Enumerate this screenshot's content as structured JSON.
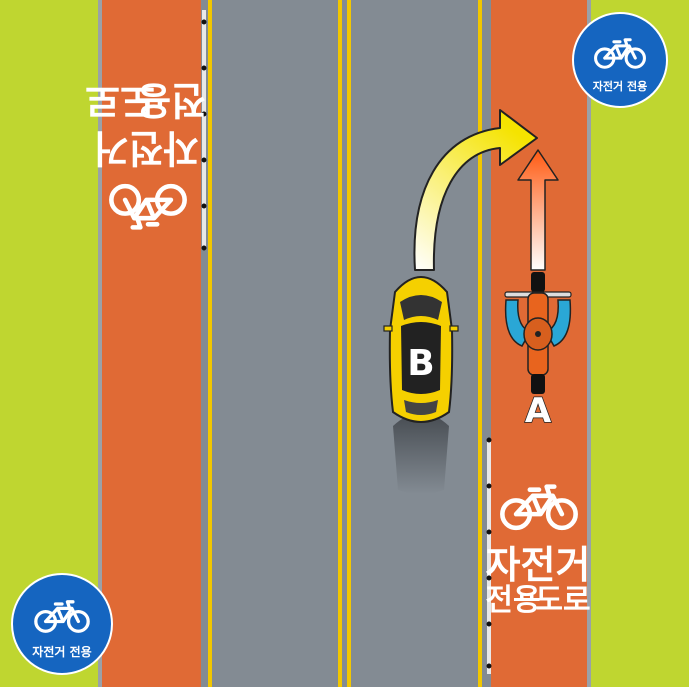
{
  "sign_label": "자전거 전용",
  "left_lane_marking": {
    "line1": "자전거",
    "line2": "전용",
    "line3": "도로"
  },
  "right_lane_marking": {
    "line1": "자전거",
    "line2": "전용",
    "line3": "도로"
  },
  "vehicles": {
    "car_label": "B",
    "cyclist_label": "A"
  },
  "colors": {
    "grass": "#bfd630",
    "bike_lane": "#e06a35",
    "road": "#838b93",
    "center_line": "#f2c700",
    "sign_blue": "#1565c0",
    "car_yellow": "#f5d000",
    "cyclist_arrow": "#ff6a1a"
  },
  "icons": {
    "sign": "bicycle-icon",
    "lane_marking": "bicycle-icon",
    "car_arrow": "curved-arrow-icon",
    "cyclist_arrow": "straight-arrow-icon"
  }
}
